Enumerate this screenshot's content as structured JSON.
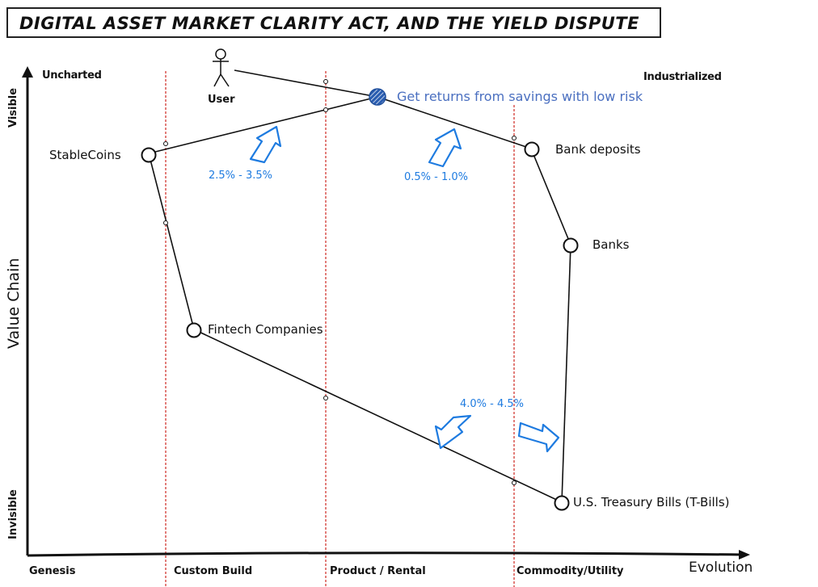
{
  "title": "Digital Asset Market Clarity Act, and the yield dispute",
  "axes": {
    "y_label": "Value Chain",
    "y_top": "Visible",
    "y_bottom": "Invisible",
    "x_label": "Evolution",
    "top_left_corner": "Uncharted",
    "top_right_corner": "Industrialized",
    "stages": [
      "Genesis",
      "Custom Build",
      "Product / Rental",
      "Commodity/Utility"
    ]
  },
  "colors": {
    "stage_divider": "#d9534f",
    "need": "#4a6fc0",
    "rate_arrow": "#1e7be0",
    "ink": "#111111"
  },
  "components": {
    "user": "User",
    "need": "Get returns from savings with low risk",
    "stablecoins": "StableCoins",
    "bank_deposits": "Bank deposits",
    "banks": "Banks",
    "fintech": "Fintech Companies",
    "tbills": "U.S. Treasury Bills (T-Bills)"
  },
  "yields": {
    "stablecoins": "2.5% - 3.5%",
    "bank_deposits": "0.5% - 1.0%",
    "tbills": "4.0% - 4.5%"
  }
}
